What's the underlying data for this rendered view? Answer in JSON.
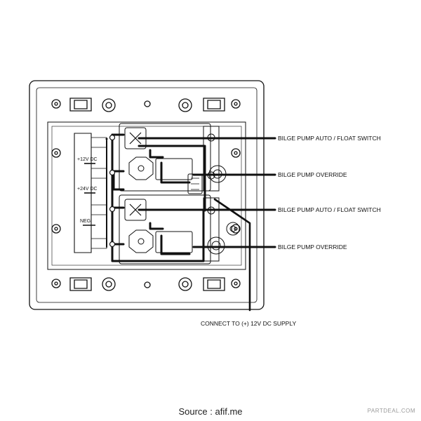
{
  "labels": {
    "callout_1": "BILGE PUMP AUTO / FLOAT SWITCH",
    "callout_2": "BILGE PUMP OVERRIDE",
    "callout_3": "BILGE PUMP AUTO / FLOAT SWITCH",
    "callout_4": "BILGE PUMP OVERRIDE",
    "supply": "CONNECT TO (+) 12V DC SUPPLY",
    "terminal_12v": "+12V DC",
    "terminal_24v": "+24V DC",
    "terminal_neg": "NEG."
  },
  "footer": {
    "source": "Source : afif.me",
    "watermark": "PARTDEAL.COM"
  },
  "colors": {
    "line": "#111111",
    "plate_fill": "#ffffff",
    "watermark": "#9a9a9a"
  }
}
